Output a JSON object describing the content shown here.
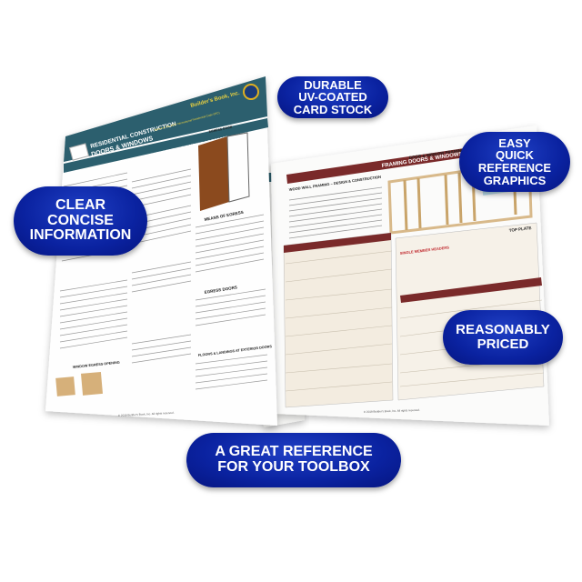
{
  "colors": {
    "badge": "#0a22a0",
    "header": "#2c5f6e",
    "accent_red": "#c0282d",
    "framing_header": "#7a2a2a"
  },
  "left_card": {
    "title_line1": "RESIDENTIAL CONSTRUCTION",
    "title_line2": "DOORS & WINDOWS",
    "based_on": "Based on the 2018 International Residential Code (IRC)",
    "publisher": "Builder's Book, Inc.",
    "section_banner": "EMERGENCY ESCAPE & RESCUE OPENING & MEANS OF EGRESS",
    "egress_door_label": "EGRESS DOOR",
    "means_of_egress": "MEANS OF EGRESS",
    "egress_doors": "EGRESS DOORS",
    "floors_landings": "FLOORS & LANDINGS AT EXTERIOR DOORS",
    "window_egress": "WINDOW EGRESS OPENING",
    "copyright": "© 2019 Builder's Book, Inc. All rights reserved."
  },
  "right_card": {
    "banner": "FRAMING DOORS & WINDOWS",
    "framing_title": "DOOR & WINDOW FRAMING",
    "wood_wall": "WOOD WALL FRAMING – DESIGN & CONSTRUCTION",
    "top_plate": "TOP PLATE",
    "header": "SINGLE MEMBER HEADERS",
    "copyright": "© 2019 Builder's Book, Inc. All rights reserved."
  },
  "badges": [
    {
      "text": "DURABLE\nUV-COATED\nCARD STOCK"
    },
    {
      "text": "CLEAR\nCONCISE\nINFORMATION"
    },
    {
      "text": "EASY\nQUICK\nREFERENCE\nGRAPHICS"
    },
    {
      "text": "REASONABLY\nPRICED"
    },
    {
      "text": "A GREAT REFERENCE\nFOR YOUR TOOLBOX"
    }
  ]
}
